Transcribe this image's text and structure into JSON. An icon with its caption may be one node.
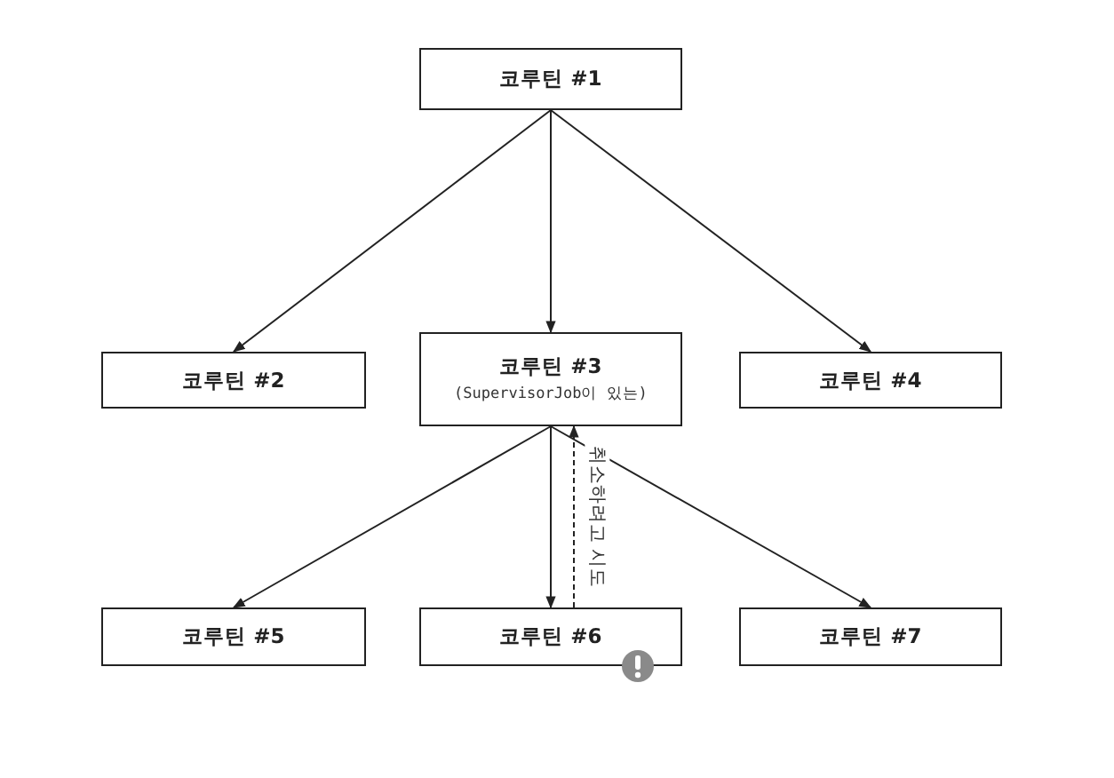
{
  "diagram": {
    "nodes": [
      {
        "text": [
          "코루틴 #1"
        ]
      },
      {
        "text": [
          "코루틴 #2"
        ]
      },
      {
        "text": [
          "코루틴 #3",
          "(SupervisorJob이 있는)"
        ]
      },
      {
        "text": [
          "코루틴 #4"
        ]
      },
      {
        "text": [
          "코루틴 #5"
        ]
      },
      {
        "text": [
          "코루틴 #6"
        ]
      },
      {
        "text": [
          "코루틴 #7"
        ]
      }
    ],
    "edges": [
      {
        "from": 0,
        "to": 1,
        "arrow": "to"
      },
      {
        "from": 0,
        "to": 2,
        "arrow": "to"
      },
      {
        "from": 0,
        "to": 3,
        "arrow": "to"
      },
      {
        "from": 2,
        "to": 4,
        "arrow": "to"
      },
      {
        "from": 2,
        "to": 5,
        "arrow": "to"
      },
      {
        "from": 2,
        "to": 6,
        "arrow": "to"
      },
      {
        "from": 5,
        "to": 2,
        "arrow": "to",
        "label": "취소하려고 시도",
        "style": "dashed"
      }
    ]
  }
}
